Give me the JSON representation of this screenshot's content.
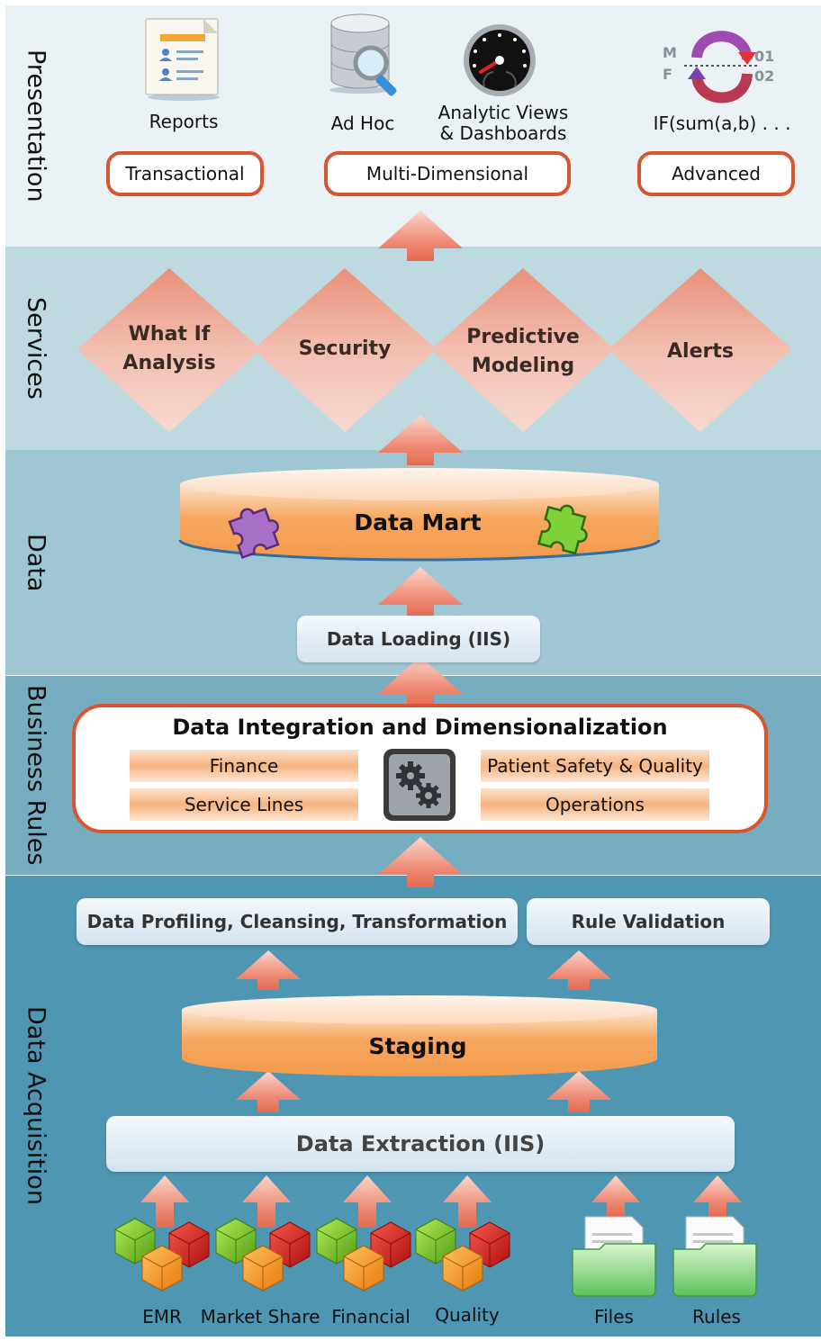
{
  "layers": {
    "presentation": "Presentation",
    "services": "Services",
    "data": "Data",
    "business_rules": "Business Rules",
    "data_acquisition": "Data Acquisition"
  },
  "presentation": {
    "tools": [
      {
        "label": "Reports",
        "icon": "report-icon"
      },
      {
        "label": "Ad Hoc",
        "icon": "database-search-icon"
      },
      {
        "label_line1": "Analytic Views",
        "label_line2": "& Dashboards",
        "icon": "dashboard-gauge-icon"
      },
      {
        "label": "IF(sum(a,b) . . .",
        "icon": "formula-cycle-icon"
      }
    ],
    "formula_icon_text": {
      "m": "M",
      "f": "F",
      "n1": "01",
      "n2": "02"
    },
    "categories": [
      "Transactional",
      "Multi-Dimensional",
      "Advanced"
    ]
  },
  "services": {
    "items": [
      {
        "line1": "What If",
        "line2": "Analysis"
      },
      {
        "line1": "Security",
        "line2": ""
      },
      {
        "line1": "Predictive",
        "line2": "Modeling"
      },
      {
        "line1": "Alerts",
        "line2": ""
      }
    ]
  },
  "data": {
    "mart": "Data Mart",
    "loading": "Data Loading (IIS)"
  },
  "business_rules": {
    "title": "Data Integration and Dimensionalization",
    "left_items": [
      "Finance",
      "Service Lines"
    ],
    "right_items": [
      "Patient Safety & Quality",
      "Operations"
    ]
  },
  "acquisition": {
    "profiling": "Data Profiling, Cleansing, Transformation",
    "validation": "Rule Validation",
    "staging": "Staging",
    "extraction": "Data Extraction (IIS)",
    "sources": [
      "EMR",
      "Market Share",
      "Financial",
      "Quality",
      "Files",
      "Rules"
    ]
  },
  "colors": {
    "accent_orange": "#d85530",
    "cylinder_orange": "#f6a25e",
    "arrow_salmon": "#ec8670",
    "diamond_salmon": "#e49a86"
  }
}
